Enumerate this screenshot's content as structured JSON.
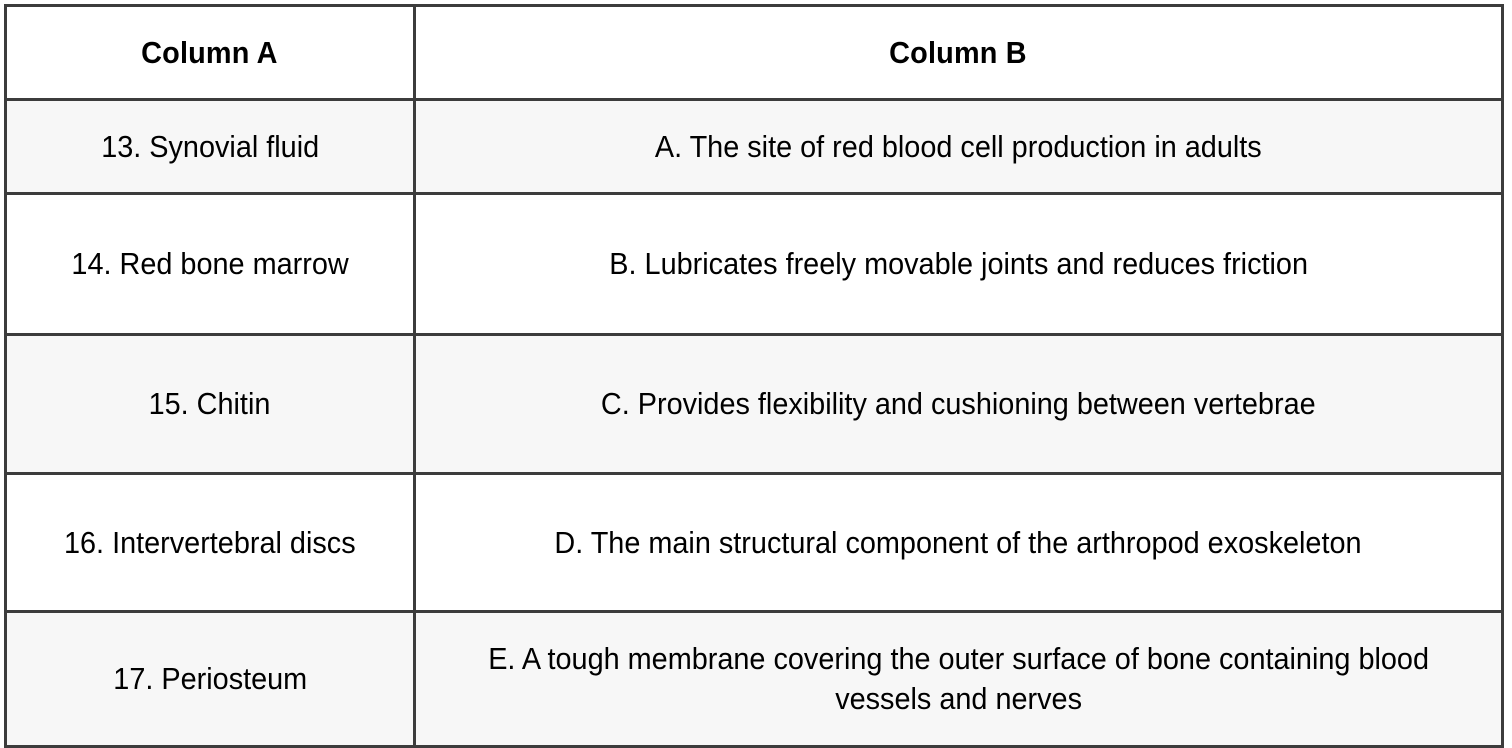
{
  "table": {
    "headers": [
      {
        "label": "Column A"
      },
      {
        "label": "Column B"
      }
    ],
    "rows": [
      {
        "column_a": "13. Synovial fluid",
        "column_b": "A. The site of red blood cell production in adults"
      },
      {
        "column_a": "14. Red bone marrow",
        "column_b": "B. Lubricates freely movable joints and reduces friction"
      },
      {
        "column_a": "15. Chitin",
        "column_b": "C. Provides flexibility and cushioning between vertebrae"
      },
      {
        "column_a": "16. Intervertebral discs",
        "column_b": "D. The main structural component of the arthropod exoskeleton"
      },
      {
        "column_a": "17. Periosteum",
        "column_b": "E. A tough membrane covering the outer surface of bone containing blood vessels and nerves"
      }
    ]
  },
  "colors": {
    "border": "#3c3c3c",
    "shaded_row_background": "#f7f7f7",
    "plain_row_background": "#ffffff",
    "text": "#000000"
  }
}
